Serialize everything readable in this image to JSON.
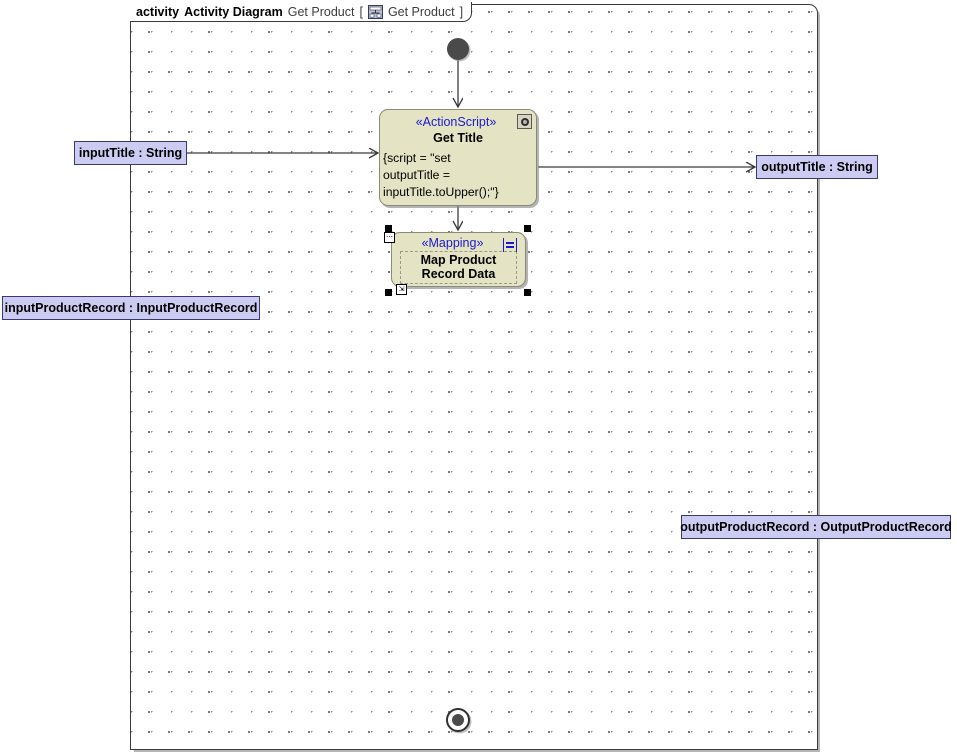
{
  "frame": {
    "keyword": "activity",
    "type_label": "Activity Diagram",
    "name": "Get Product",
    "bracket_open": "[",
    "bracket_close": "]",
    "qualified_name": "Get Product",
    "icon": "activity-diagram-icon"
  },
  "nodes": {
    "initial": {
      "name": "initial-node",
      "label": ""
    },
    "final": {
      "name": "activity-final-node",
      "label": ""
    },
    "get_title": {
      "stereotype": "«ActionScript»",
      "name": "Get Title",
      "script_lines": [
        "{script = \"set",
        "outputTitle =",
        "inputTitle.toUpper();\"}"
      ],
      "corner_icon": "action-script-icon"
    },
    "map_product": {
      "stereotype": "«Mapping»",
      "name_lines": [
        "Map Product",
        "Record Data"
      ],
      "side_icon": "mapping-equals-icon",
      "selected": true
    }
  },
  "pins": {
    "input_title": {
      "label": "inputTitle : String"
    },
    "output_title": {
      "label": "outputTitle : String"
    },
    "input_product_record": {
      "label": "inputProductRecord : InputProductRecord"
    },
    "output_product_record": {
      "label": "outputProductRecord : OutputProductRecord"
    }
  },
  "colors": {
    "node_fill": "#e4e3c3",
    "node_border": "#8a8a78",
    "pin_fill": "#ccccf2",
    "pin_border": "#3a3a6e",
    "stereotype_text": "#1a1acc",
    "frame_border": "#3a3a3a",
    "grid_dot": "#6e6e6e",
    "canvas_bg": "#ffffff"
  }
}
